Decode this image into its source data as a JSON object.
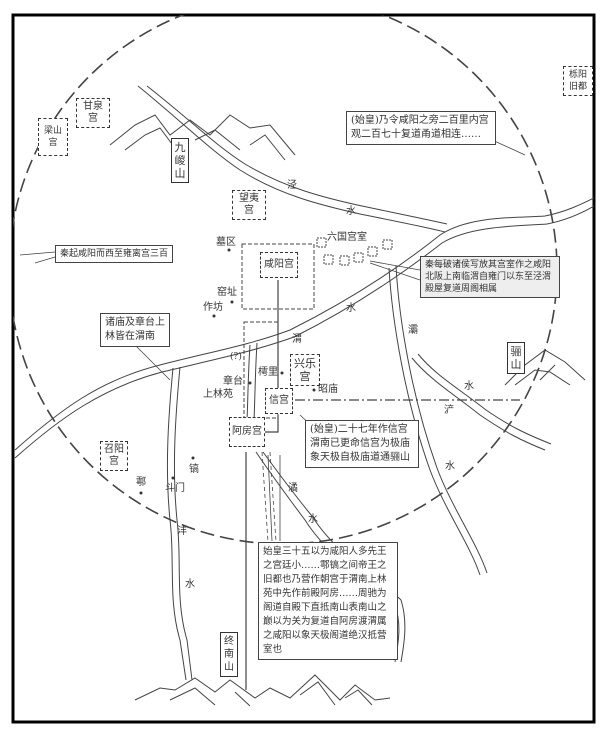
{
  "palaces": {
    "ganquan": "甘泉宫",
    "liangshan": "梁山宫",
    "wangyi": "望夷宫",
    "xianyang": "咸阳宫",
    "liuguo": "六国宫室",
    "xingle": "兴乐宫",
    "xin": "信宫",
    "afang": "阿房宫",
    "zhaoyang": "召阳宫",
    "yueyang": "栎阳旧都"
  },
  "mountains": {
    "jiuzong": "九嵕山",
    "li": "骊山",
    "zhongnan": "终南山"
  },
  "rivers": {
    "jing": "泾",
    "shui": "水",
    "wei": "渭",
    "ba": "灞",
    "chan": "浐",
    "jue": "潏",
    "feng": "沣"
  },
  "places": {
    "muqu": "墓区",
    "yaozhi": "窑址",
    "zuofang": "作坊",
    "question": "(?)",
    "zhangtai": "章台",
    "shanglinyuan": "上林苑",
    "chuli": "樗里",
    "zhaomiao": "昭庙",
    "hao": "镐",
    "hu": "鄠",
    "doumen": "斗门"
  },
  "notes": {
    "west_palaces": "秦起咸阳而西至雍离宫三百",
    "two_hundred_li": "(始皇)乃令咸阳之旁二百里内宫观二百七十复道甬道相连……",
    "six_states": "秦每破诸侯写放其宫室作之咸阳北阪上南临渭自雍门以东至泾渭殿屋复道周阁相属",
    "south_of_wei": "诸庙及章台上林皆在渭南",
    "xin_palace": "(始皇)二十七年作信宫渭南已更命信宫为极庙象天极自极庙道通骊山",
    "afang_palace": "始皇三十五以为咸阳人多先王之宫廷小……鄠镐之间帝王之旧都也乃营作朝宫于渭南上林苑中先作前殿阿房……周驰为阁道自殿下直抵南山表南山之巅以为关为复道自阿房渡渭属之咸阳以象天极阁道绝汉抵营室也"
  },
  "colors": {
    "ink": "#333333",
    "paper": "#ffffff",
    "frame": "#000000"
  }
}
